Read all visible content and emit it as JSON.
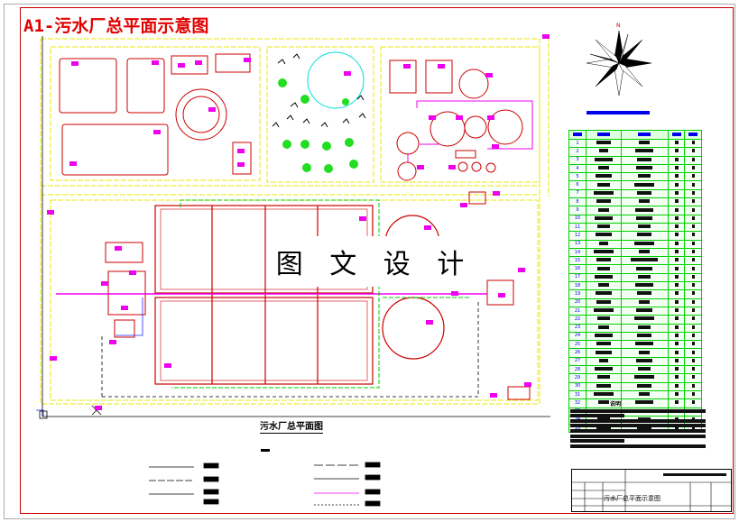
{
  "header": {
    "title": "A1-污水厂总平面示意图"
  },
  "watermark": {
    "text": "图 文 设 计"
  },
  "plan": {
    "caption": "污水厂总平面图"
  },
  "compass": {
    "north_letter": "N"
  },
  "table": {
    "rows": 35
  },
  "notes": {
    "title": "说明"
  },
  "titleblock": {
    "drawing_name": "污水厂总平面示意图"
  },
  "colors": {
    "frame": "#cc0000",
    "road": "#e8e800",
    "structure": "#cc0000",
    "pipe_green": "#00cc00",
    "pipe_cyan": "#00dddd",
    "tag": "#ee00ee",
    "tree": "#22dd22"
  }
}
